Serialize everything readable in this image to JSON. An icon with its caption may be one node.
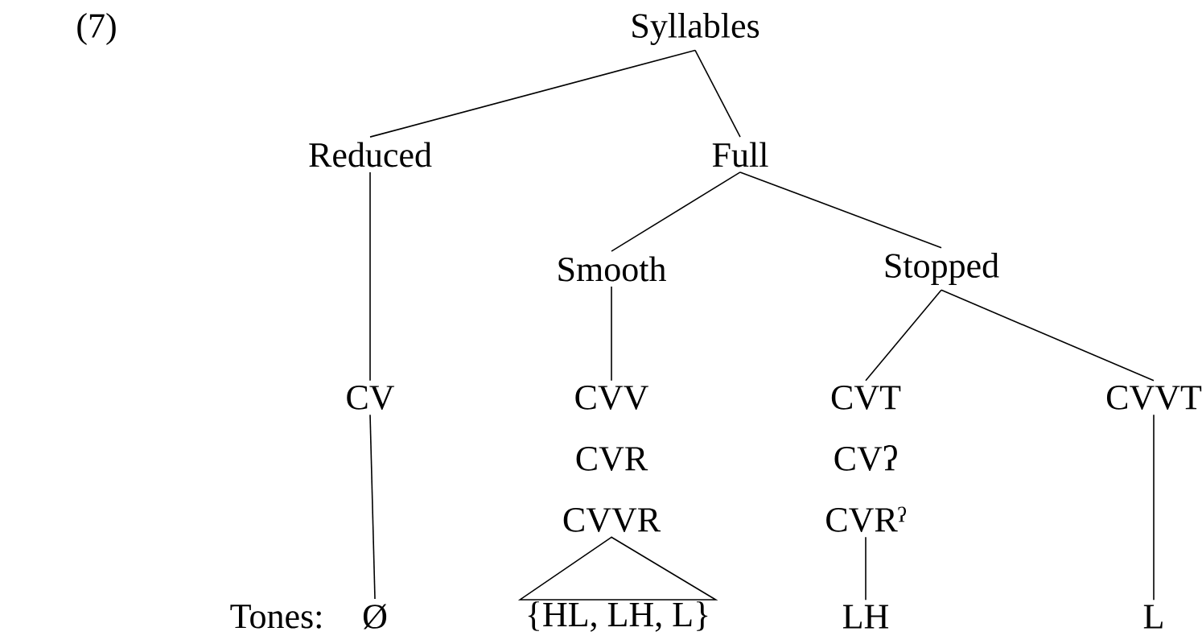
{
  "diagram": {
    "nodes": [
      {
        "text": [
          "Syllables"
        ]
      },
      {
        "text": [
          "Reduced"
        ]
      },
      {
        "text": [
          "Full"
        ]
      },
      {
        "text": [
          "Smooth"
        ]
      },
      {
        "text": [
          "Stopped"
        ]
      },
      {
        "text": [
          "CV"
        ]
      },
      {
        "text": [
          "CVV",
          "CVR",
          "CVVR"
        ]
      },
      {
        "text": [
          "CVT",
          "CVʔ",
          "CVRˀ"
        ]
      },
      {
        "text": [
          "CVVT"
        ]
      },
      {
        "text": [
          "Ø"
        ]
      },
      {
        "text": [
          "{HL, LH, L}"
        ]
      },
      {
        "text": [
          "LH"
        ]
      },
      {
        "text": [
          "L"
        ]
      }
    ],
    "edges": [
      {
        "from": 0,
        "to": 1,
        "arrow": "none"
      },
      {
        "from": 0,
        "to": 2,
        "arrow": "none"
      },
      {
        "from": 2,
        "to": 3,
        "arrow": "none"
      },
      {
        "from": 2,
        "to": 4,
        "arrow": "none"
      },
      {
        "from": 1,
        "to": 5,
        "arrow": "none"
      },
      {
        "from": 3,
        "to": 6,
        "arrow": "none"
      },
      {
        "from": 4,
        "to": 7,
        "arrow": "none"
      },
      {
        "from": 4,
        "to": 8,
        "arrow": "none"
      },
      {
        "from": 5,
        "to": 9,
        "arrow": "none"
      },
      {
        "from": 6,
        "to": 10,
        "arrow": "none"
      },
      {
        "from": 7,
        "to": 11,
        "arrow": "none"
      },
      {
        "from": 8,
        "to": 12,
        "arrow": "none"
      }
    ],
    "labels": [
      "(7)",
      "Tones:"
    ]
  }
}
